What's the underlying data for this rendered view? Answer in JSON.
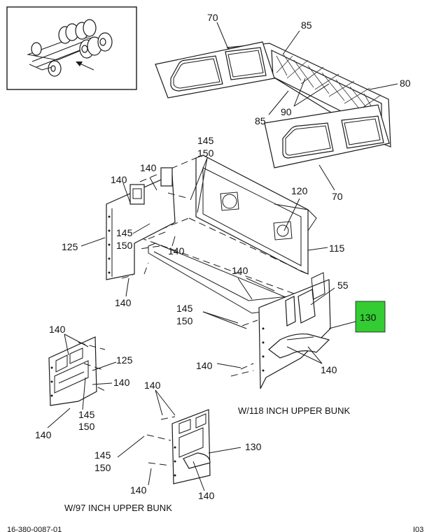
{
  "highlight_color": "#33cc33",
  "callouts": {
    "c70_top": "70",
    "c85_top": "85",
    "c80": "80",
    "c90": "90",
    "c85_left": "85",
    "c70_bottom": "70",
    "c145_top": "145",
    "c150_top": "150",
    "c140_a": "140",
    "c140_b": "140",
    "c120": "120",
    "c145_mid": "145",
    "c150_mid": "150",
    "c140_c": "140",
    "c125_top": "125",
    "c115": "115",
    "c140_d": "140",
    "c140_e": "140",
    "c55": "55",
    "c145_r": "145",
    "c150_r": "150",
    "c130_highlight": "130",
    "c140_f": "140",
    "c125_left": "125",
    "c140_g": "140",
    "c145_left": "145",
    "c150_left": "150",
    "c140_h": "140",
    "c140_i": "140",
    "c140_j": "140",
    "c130_bottom": "130",
    "c145_bot": "145",
    "c150_bot": "150",
    "c140_k": "140",
    "c140_l": "140"
  },
  "captions": {
    "upper_bunk_118": "W/118 INCH UPPER BUNK",
    "upper_bunk_97": "W/97 INCH UPPER BUNK"
  },
  "footer": {
    "drawing_number": "16-380-0087-01",
    "sheet": "I03"
  }
}
